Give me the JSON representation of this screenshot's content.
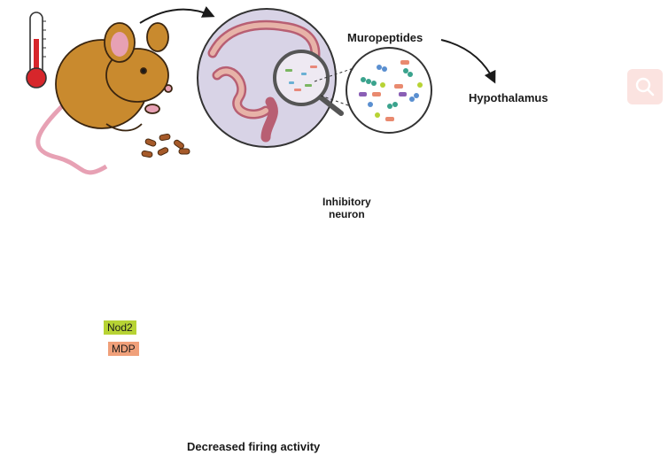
{
  "labels": {
    "muropeptides": "Muropeptides",
    "hypothalamus": "Hypothalamus",
    "inhibitory_line1": "Inhibitory",
    "inhibitory_line2": "neuron",
    "decreased_firing": "Decreased firing activity",
    "nod2": "Nod2",
    "mdp": "MDP"
  },
  "icons": {
    "search": "search-icon",
    "thermometer_hot": "thermometer-icon",
    "thermometer_cold": "thermometer-icon"
  },
  "colors": {
    "fever_red": "#d7262b",
    "cold_blue": "#3f8fd2",
    "mouse_fur": "#c98a2e",
    "tissue_pink": "#d9849a",
    "neuron_purple": "#9a3f7f",
    "brain_red": "#d24a52",
    "nod2_green": "#b7d334",
    "mdp_orange": "#f0a07a",
    "spike_red": "#d7262b",
    "trace_purple": "#7b2c77"
  }
}
